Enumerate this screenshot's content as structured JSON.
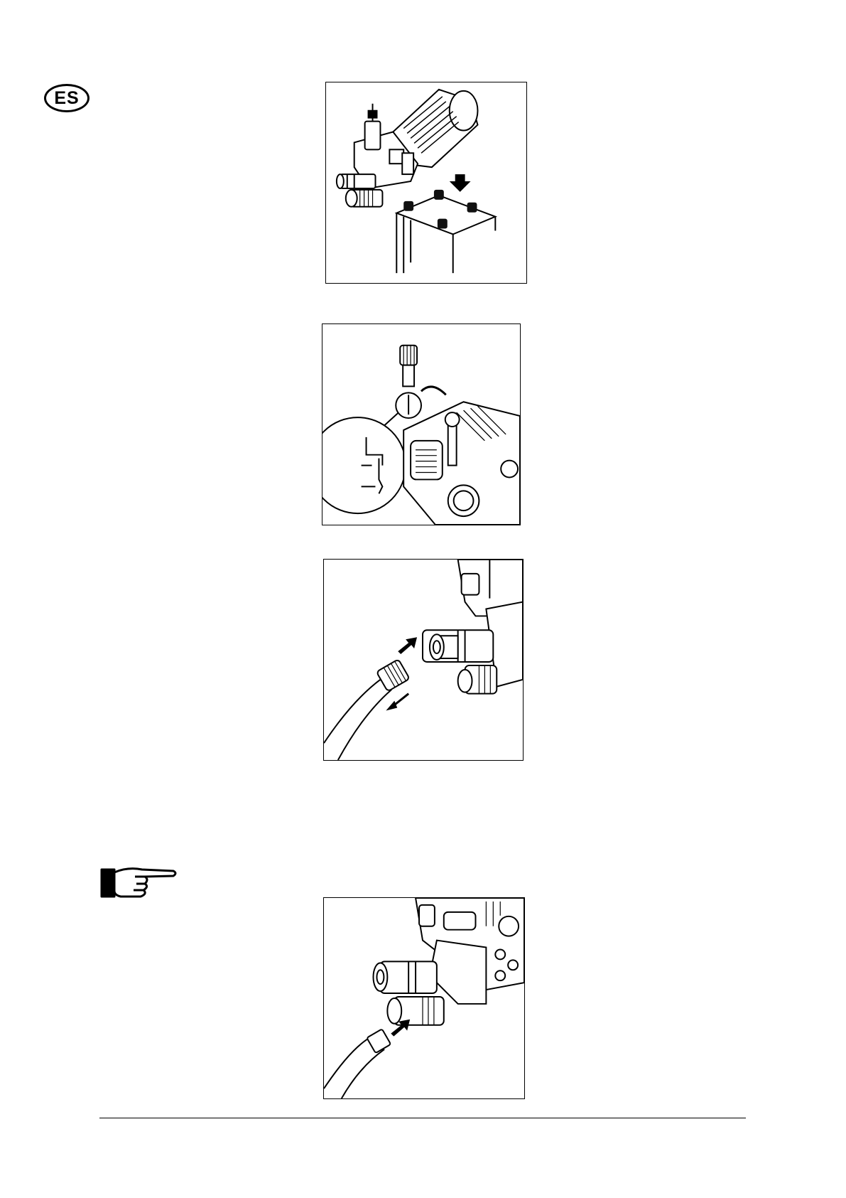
{
  "header": {
    "language_code": "ES"
  },
  "figures": [
    {
      "id": "fig1",
      "name": "pump-mounting-figure"
    },
    {
      "id": "fig2",
      "name": "oil-dipstick-figure"
    },
    {
      "id": "fig3",
      "name": "high-pressure-hose-coupling-figure"
    },
    {
      "id": "fig4",
      "name": "water-inlet-hose-figure"
    }
  ],
  "note": {
    "icon": "pointing-hand-icon"
  },
  "footer": {
    "text": ""
  }
}
